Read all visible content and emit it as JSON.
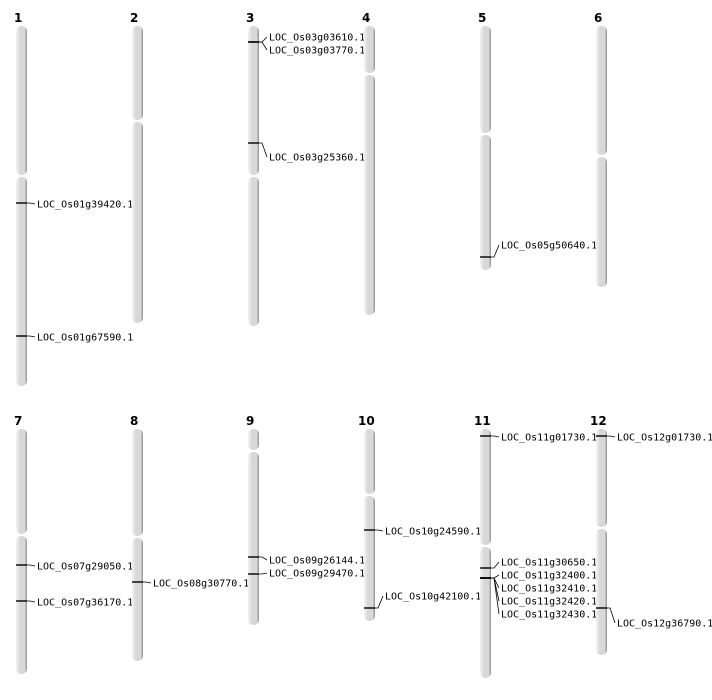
{
  "colors": {
    "chromosome_fill": "#d8d8d8",
    "chromosome_highlight": "#f4f4f4",
    "chromosome_shadow": "#8a8a8a",
    "marker": "#000000",
    "text": "#000000"
  },
  "chromosomes": [
    {
      "name": "1",
      "genes": [
        {
          "id": "LOC_Os01g39420.1"
        },
        {
          "id": "LOC_Os01g67590.1"
        }
      ]
    },
    {
      "name": "2",
      "genes": []
    },
    {
      "name": "3",
      "genes": [
        {
          "id": "LOC_Os03g03610.1"
        },
        {
          "id": "LOC_Os03g03770.1"
        },
        {
          "id": "LOC_Os03g25360.1"
        }
      ]
    },
    {
      "name": "4",
      "genes": []
    },
    {
      "name": "5",
      "genes": [
        {
          "id": "LOC_Os05g50640.1"
        }
      ]
    },
    {
      "name": "6",
      "genes": []
    },
    {
      "name": "7",
      "genes": [
        {
          "id": "LOC_Os07g29050.1"
        },
        {
          "id": "LOC_Os07g36170.1"
        }
      ]
    },
    {
      "name": "8",
      "genes": [
        {
          "id": "LOC_Os08g30770.1"
        }
      ]
    },
    {
      "name": "9",
      "genes": [
        {
          "id": "LOC_Os09g26144.1"
        },
        {
          "id": "LOC_Os09g29470.1"
        }
      ]
    },
    {
      "name": "10",
      "genes": [
        {
          "id": "LOC_Os10g24590.1"
        },
        {
          "id": "LOC_Os10g42100.1"
        }
      ]
    },
    {
      "name": "11",
      "genes": [
        {
          "id": "LOC_Os11g01730.1"
        },
        {
          "id": "LOC_Os11g30650.1"
        },
        {
          "id": "LOC_Os11g32400.1"
        },
        {
          "id": "LOC_Os11g32410.1"
        },
        {
          "id": "LOC_Os11g32420.1"
        },
        {
          "id": "LOC_Os11g32430.1"
        }
      ]
    },
    {
      "name": "12",
      "genes": [
        {
          "id": "LOC_Os12g01730.1"
        },
        {
          "id": "LOC_Os12g36790.1"
        }
      ]
    }
  ]
}
